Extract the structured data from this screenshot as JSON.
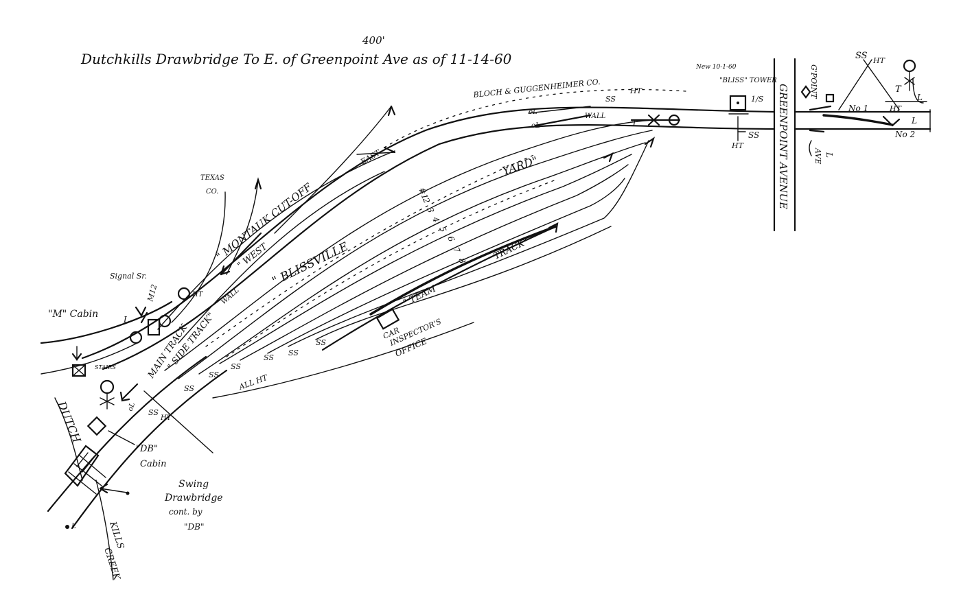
{
  "title": {
    "main": "Dutchkills Drawbridge To E. of Greenpoint Ave as of 11-14-60",
    "distance_note": "400'"
  },
  "labels": {
    "bloch": "BLOCH & GUGGENHEIMER CO.",
    "bliss_new": "New 10-1-60",
    "bliss_tower": "\"BLISS\" TOWER",
    "bliss_io": "1/S",
    "greenpoint_avenue": "GREENPOINT AVENUE",
    "gpoint_ave_top": "G'POINT",
    "gpoint_ave_bot": "AVE",
    "no1": "No 1",
    "no2": "No 2",
    "ss": "SS",
    "ht": "HT",
    "l": "L",
    "t": "T",
    "ol": "oL",
    "wall": "WALL",
    "yard": "YARD\"",
    "blissville": "\" BLISSVILLE",
    "montauk": "\" MONTAUK CUT-OFF",
    "east": "EAST",
    "west": "\" WEST",
    "wall2": "WALL",
    "track_numbers": [
      "#1",
      "2",
      "3",
      "4",
      "5",
      "6",
      "7",
      "8"
    ],
    "team": "\" TEAM",
    "track": "TRACK\"",
    "car_office_1": "CAR",
    "car_office_2": "INSPECTOR'S",
    "car_office_3": "OFFICE",
    "texas_1": "TEXAS",
    "texas_2": "CO.",
    "signal": "Signal Sr.",
    "m12": "M12",
    "m_cabin": "\"M\" Cabin",
    "stairs": "STAIRS",
    "main_track": "MAIN TRACK",
    "side_track": "\" SIDE TRACK\"",
    "all_ht": "ALL HT",
    "db_cabin_1": "\"DB\"",
    "db_cabin_2": "Cabin",
    "dutch": "DUTCH",
    "kills": "KILLS",
    "creek": "CREEK",
    "swing_1": "Swing",
    "swing_2": "Drawbridge",
    "swing_3": "cont. by",
    "swing_4": "\"DB\""
  }
}
